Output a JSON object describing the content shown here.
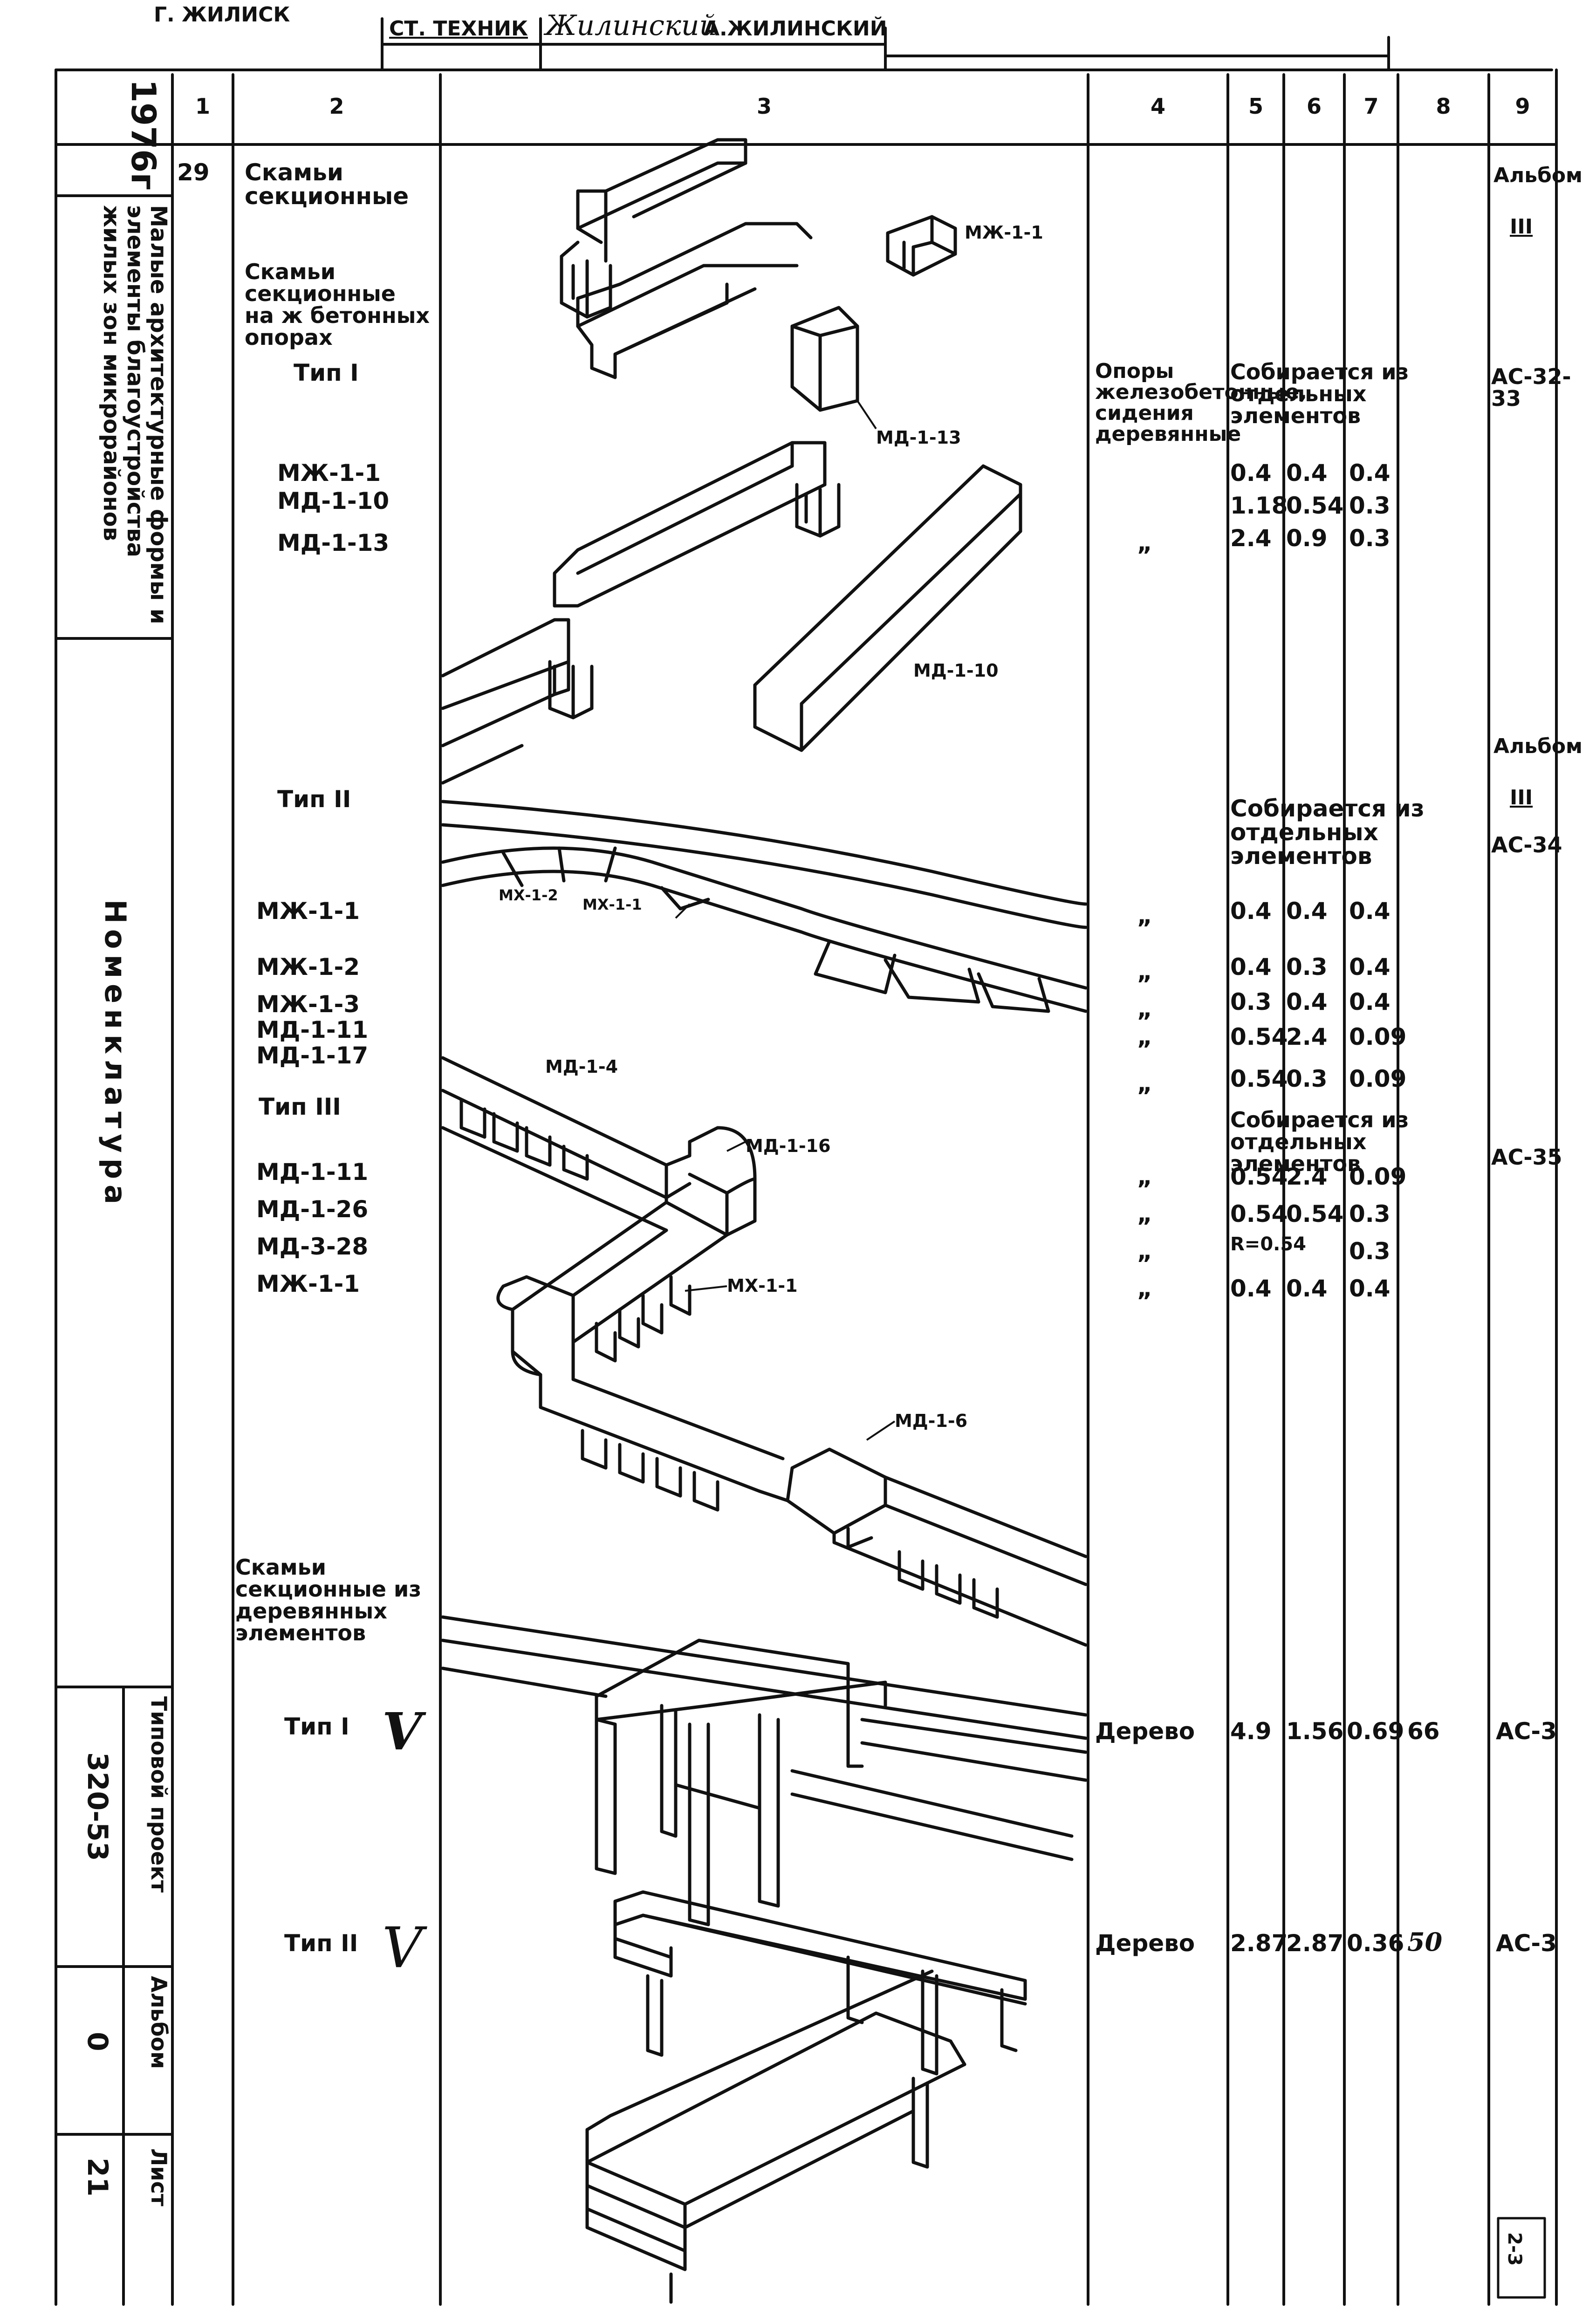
{
  "top_strip": {
    "cut_name": "Г. ЖИЛИСК",
    "role": "СТ. ТЕХНИК",
    "signature": "Жилинский",
    "surname": "А.ЖИЛИНСКИЙ"
  },
  "side_stamp": {
    "year": "1976г",
    "project_title": "Малые архитектурные формы и элементы благоустройства жилых зон микрорайонов",
    "section": "Номенклатура",
    "typical_project_label": "Типовой проект",
    "typical_project_number": "320-53",
    "album_label": "Альбом",
    "album_number": "0",
    "sheet_label": "Лист",
    "sheet_number": "21"
  },
  "columns": [
    "1",
    "2",
    "3",
    "4",
    "5",
    "6",
    "7",
    "8",
    "9"
  ],
  "entry": {
    "number": "29",
    "title": "Скамьи секционные",
    "subtitle_concrete": "Скамьи секционные на ж бетонных опорах",
    "type1": "Тип I",
    "type2": "Тип II",
    "type3": "Тип III",
    "wood_subtitle": "Скамьи секционные из деревянных элементов",
    "wood_type1": "Тип I",
    "wood_type2": "Тип II",
    "check_mark": "V"
  },
  "rows_type1": [
    {
      "code": "МЖ-1-1",
      "c5": "0.4",
      "c6": "0.4",
      "c7": "0.4"
    },
    {
      "code": "МД-1-10",
      "c5": "1.18",
      "c6": "0.54",
      "c7": "0.3"
    },
    {
      "code": "МД-1-13",
      "c4": "„",
      "c5": "2.4",
      "c6": "0.9",
      "c7": "0.3"
    }
  ],
  "rows_type2": [
    {
      "code": "МЖ-1-1",
      "c4": "„",
      "c5": "0.4",
      "c6": "0.4",
      "c7": "0.4"
    },
    {
      "code": "МЖ-1-2",
      "c4": "„",
      "c5": "0.4",
      "c6": "0.3",
      "c7": "0.4"
    },
    {
      "code": "МЖ-1-3",
      "c4": "„",
      "c5": "0.3",
      "c6": "0.4",
      "c7": "0.4"
    },
    {
      "code": "МД-1-11",
      "c4": "„",
      "c5": "0.54",
      "c6": "2.4",
      "c7": "0.09"
    },
    {
      "code": "МД-1-17",
      "c4": "„",
      "c5": "0.54",
      "c6": "0.3",
      "c7": "0.09"
    }
  ],
  "rows_type3": [
    {
      "code": "МД-1-11",
      "c4": "„",
      "c5": "0.54",
      "c6": "2.4",
      "c7": "0.09"
    },
    {
      "code": "МД-1-26",
      "c4": "„",
      "c5": "0.54",
      "c6": "0.54",
      "c7": "0.3"
    },
    {
      "code": "МД-3-28",
      "c4": "„",
      "c5": "R=0.54",
      "c6": "",
      "c7": "0.3"
    },
    {
      "code": "МЖ-1-1",
      "c4": "„",
      "c5": "0.4",
      "c6": "0.4",
      "c7": "0.4"
    }
  ],
  "material_type1": "Опоры железобетонные, сидения деревянные",
  "assembled_note": "Собирается из отдельных элементов",
  "refs": {
    "album": "Альбом",
    "album_num": "III",
    "t1": "АС-32-33",
    "t2": "АС-34",
    "t3": "АС-35",
    "wood1": "АС-3",
    "wood2": "АС-3"
  },
  "wood_rows": [
    {
      "c4": "Дерево",
      "c5": "4.9",
      "c6": "1.56",
      "c7": "0.69",
      "c8": "66",
      "c9": "АС-3"
    },
    {
      "c4": "Дерево",
      "c5": "2.87",
      "c6": "2.87",
      "c7": "0.36",
      "c8": "50",
      "c9": "АС-3"
    }
  ],
  "drawing_labels": {
    "mzh_1_1": "МЖ-1-1",
    "md_1_13": "МД-1-13",
    "md_1_10": "МД-1-10",
    "mx_1_2": "МХ-1-2",
    "mx_1_1": "МХ-1-1",
    "md_1_4": "МД-1-4",
    "md_1_16": "МД-1-16",
    "mx_1_1b": "МХ-1-1",
    "md_1_6": "МД-1-6"
  },
  "corner_mark": "2-3"
}
